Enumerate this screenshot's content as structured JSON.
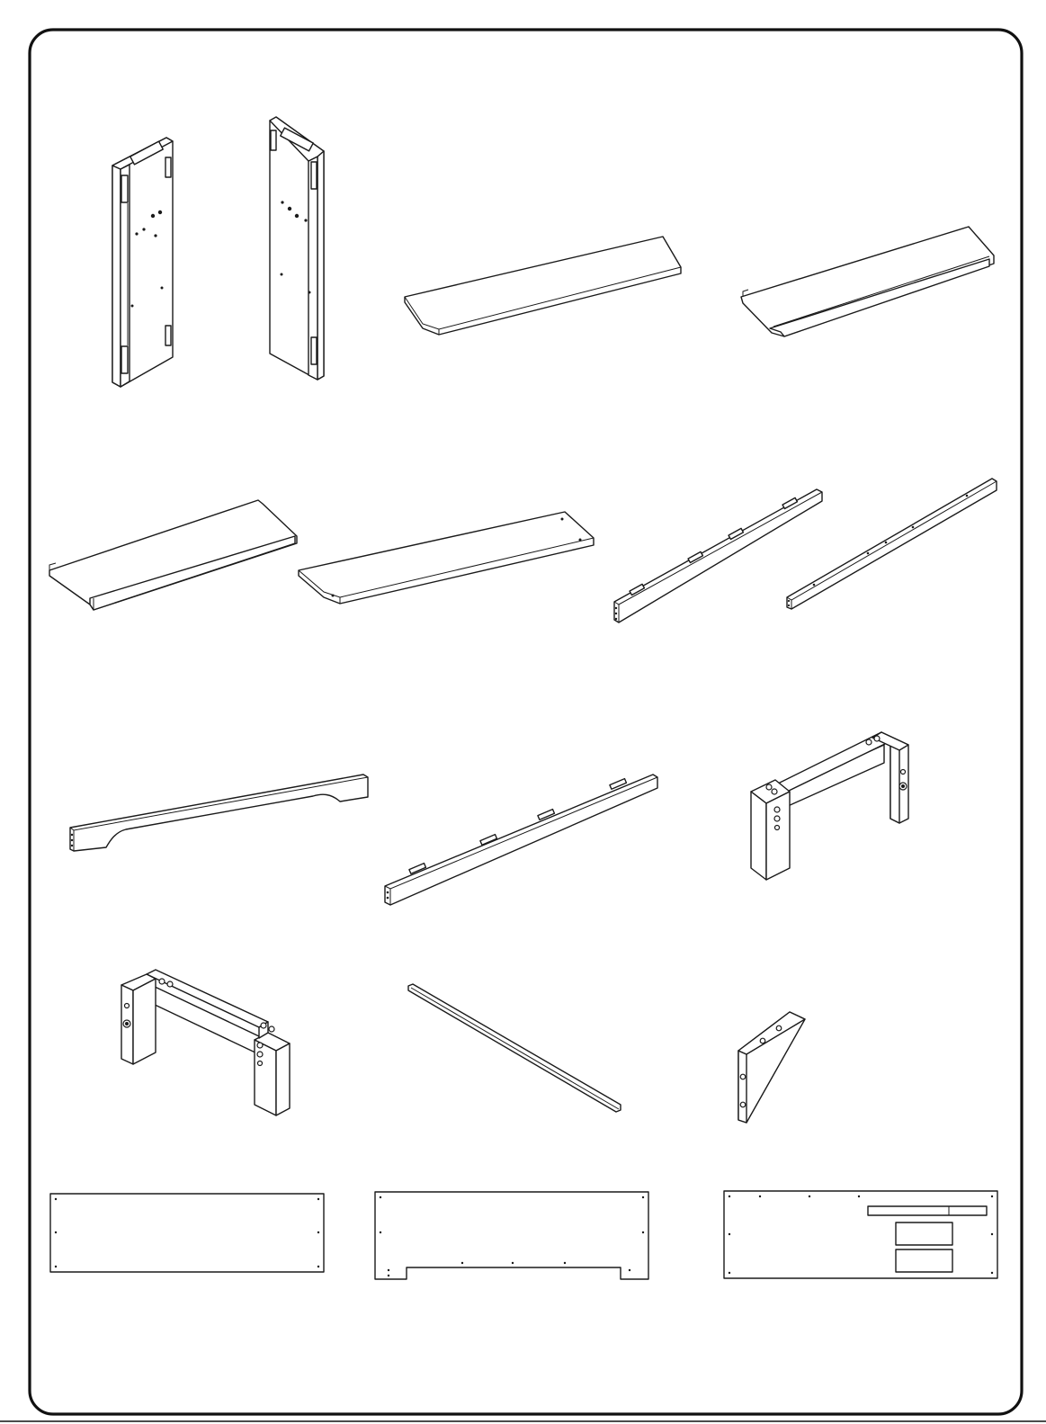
{
  "page": {
    "type": "assembly-instruction-parts-page",
    "printed_text": ""
  },
  "parts": [
    {
      "id": "side-panel-left",
      "icon": "side-panel"
    },
    {
      "id": "side-panel-right",
      "icon": "side-panel"
    },
    {
      "id": "top-shelf-plain",
      "icon": "shelf-board"
    },
    {
      "id": "top-shelf-with-rail",
      "icon": "shelf-board-rail"
    },
    {
      "id": "middle-shelf-with-rail",
      "icon": "shelf-board-rail"
    },
    {
      "id": "bottom-shelf-plain",
      "icon": "shelf-board"
    },
    {
      "id": "rail-short-a",
      "icon": "rail"
    },
    {
      "id": "rail-short-b",
      "icon": "rail"
    },
    {
      "id": "curved-apron-rail",
      "icon": "apron-rail"
    },
    {
      "id": "rail-long",
      "icon": "rail"
    },
    {
      "id": "base-frame-right",
      "icon": "base-frame"
    },
    {
      "id": "base-frame-left",
      "icon": "base-frame"
    },
    {
      "id": "slat-strip",
      "icon": "strip"
    },
    {
      "id": "corner-bracket",
      "icon": "bracket"
    },
    {
      "id": "back-panel-a",
      "icon": "flat-panel"
    },
    {
      "id": "back-panel-b",
      "icon": "flat-panel-notched"
    },
    {
      "id": "back-panel-c-labelled",
      "icon": "flat-panel-label"
    }
  ],
  "colors": {
    "line": "#1a1a1a",
    "paper": "#ffffff",
    "frame": "#111111"
  }
}
